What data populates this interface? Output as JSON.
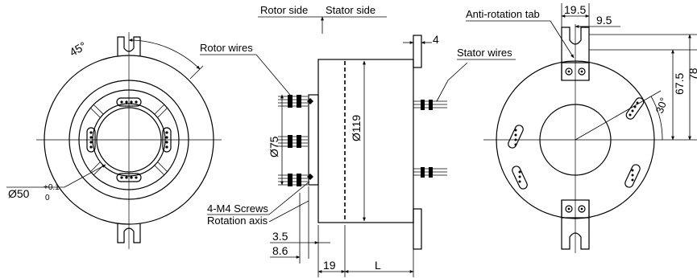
{
  "labels": {
    "rotor_side": "Rotor side",
    "stator_side": "Stator side",
    "rotor_wires": "Rotor wires",
    "stator_wires": "Stator wires",
    "anti_rotation_tab": "Anti-rotation tab",
    "screws": "4-M4 Screws",
    "rotation_axis": "Rotation axis"
  },
  "dimensions": {
    "angle_45": "45°",
    "dia_50": "Ø50",
    "tol_plus": "+0.1",
    "tol_zero": "0",
    "dia_75": "Ø75",
    "dia_119": "Ø119",
    "flange_4": "4",
    "d_3_5": "3.5",
    "d_8_6": "8.6",
    "d_19": "19",
    "d_L": "L",
    "d_19_5": "19.5",
    "d_9_5": "9.5",
    "d_67_5": "67.5",
    "d_78": "78",
    "angle_30": "30°"
  }
}
